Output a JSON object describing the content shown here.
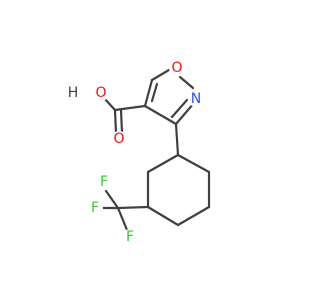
{
  "molecule": {
    "atoms": {
      "o_ring": {
        "text": "O",
        "color": "#ff0d0d"
      },
      "n_ring": {
        "text": "N",
        "color": "#3050f8"
      },
      "o_carbonyl": {
        "text": "O",
        "color": "#ff0d0d"
      },
      "oh": {
        "text": "O",
        "color": "#ff0d0d"
      },
      "h": {
        "text": "H",
        "color": "#404040"
      },
      "f1": {
        "text": "F",
        "color": "#33cc33"
      },
      "f2": {
        "text": "F",
        "color": "#33cc33"
      },
      "f3": {
        "text": "F",
        "color": "#33cc33"
      }
    },
    "bond_color": "#404040"
  }
}
